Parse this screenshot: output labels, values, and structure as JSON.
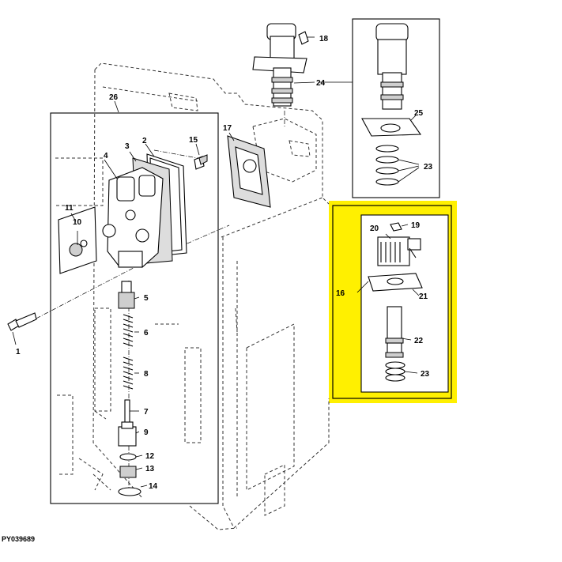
{
  "figure": {
    "id_code": "PY039689",
    "highlight_color": "#fff000",
    "callouts": [
      {
        "key": "c1",
        "text": "1"
      },
      {
        "key": "c2",
        "text": "2"
      },
      {
        "key": "c3",
        "text": "3"
      },
      {
        "key": "c4",
        "text": "4"
      },
      {
        "key": "c5",
        "text": "5"
      },
      {
        "key": "c6",
        "text": "6"
      },
      {
        "key": "c7",
        "text": "7"
      },
      {
        "key": "c8",
        "text": "8"
      },
      {
        "key": "c9",
        "text": "9"
      },
      {
        "key": "c10",
        "text": "10"
      },
      {
        "key": "c11",
        "text": "11"
      },
      {
        "key": "c12",
        "text": "12"
      },
      {
        "key": "c13",
        "text": "13"
      },
      {
        "key": "c14",
        "text": "14"
      },
      {
        "key": "c15",
        "text": "15"
      },
      {
        "key": "c16",
        "text": "16"
      },
      {
        "key": "c17",
        "text": "17"
      },
      {
        "key": "c18",
        "text": "18"
      },
      {
        "key": "c19",
        "text": "19"
      },
      {
        "key": "c20",
        "text": "20"
      },
      {
        "key": "c21",
        "text": "21"
      },
      {
        "key": "c22",
        "text": "22"
      },
      {
        "key": "c23a",
        "text": "23"
      },
      {
        "key": "c23b",
        "text": "23"
      },
      {
        "key": "c24",
        "text": "24"
      },
      {
        "key": "c25",
        "text": "25"
      },
      {
        "key": "c26",
        "text": "26"
      }
    ]
  }
}
